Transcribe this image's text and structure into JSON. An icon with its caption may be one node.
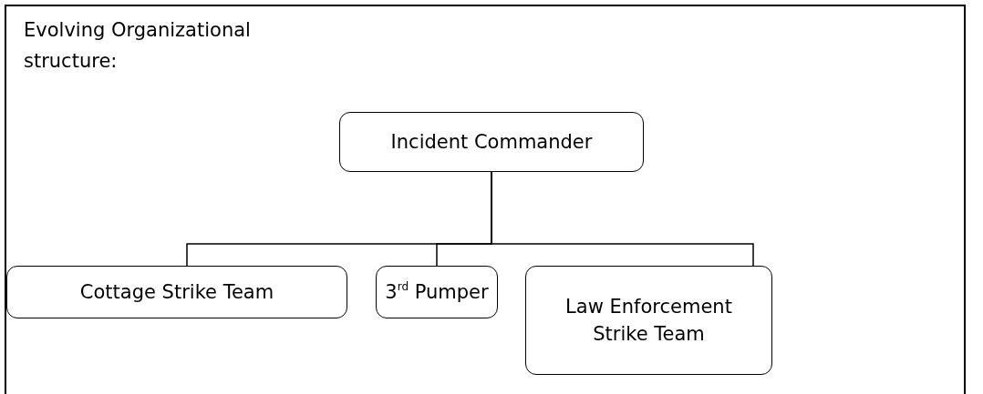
{
  "diagram": {
    "title": "Evolving Organizational structure:",
    "nodes": [
      {
        "text": [
          "Incident Commander"
        ]
      },
      {
        "text": [
          "Cottage Strike Team"
        ]
      },
      {
        "text": [
          "3$^{rd}$ Pumper"
        ]
      },
      {
        "text": [
          "Law Enforcement Strike Team"
        ]
      }
    ],
    "edges": [
      {
        "from": 0,
        "to": 1,
        "arrow": "none"
      },
      {
        "from": 0,
        "to": 2,
        "arrow": "none"
      },
      {
        "from": 0,
        "to": 3,
        "arrow": "none"
      }
    ]
  }
}
